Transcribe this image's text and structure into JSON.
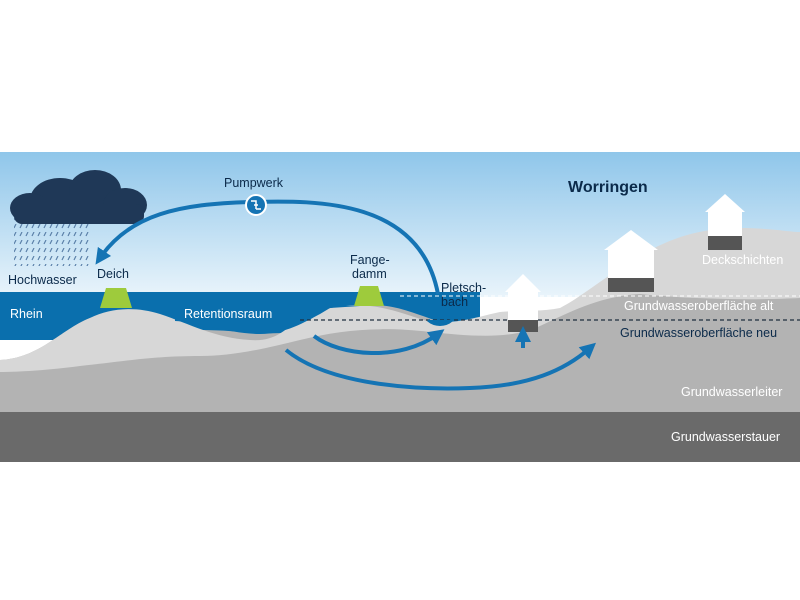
{
  "title": "Worringen",
  "labels": {
    "hochwasser": "Hochwasser",
    "deich": "Deich",
    "pumpwerk": "Pumpwerk",
    "fangedamm_line1": "Fange-",
    "fangedamm_line2": "damm",
    "pletschbach_line1": "Pletsch-",
    "pletschbach_line2": "bach",
    "rhein": "Rhein",
    "retentionsraum": "Retentionsraum",
    "deckschichten": "Deckschichten",
    "gw_oberflaeche_alt": "Grundwasseroberfläche alt",
    "gw_oberflaeche_neu": "Grundwasseroberfläche neu",
    "grundwasserleiter": "Grundwasserleiter",
    "grundwasserstauer": "Grundwasserstauer"
  },
  "colors": {
    "sky_top": "#8fc6ea",
    "sky_bottom": "#e9f4fb",
    "water": "#0a6fad",
    "arrow": "#1574b4",
    "dike": "#9ecb3c",
    "aquifer": "#b3b3b3",
    "cover_layer": "#d7d7d7",
    "aquitard": "#6a6a6a",
    "cloud": "#1f3857",
    "text_dark": "#0b2a4a"
  },
  "icons": {
    "cloud": "rain-cloud-icon",
    "pump": "pump-station-icon",
    "house": "house-icon"
  }
}
